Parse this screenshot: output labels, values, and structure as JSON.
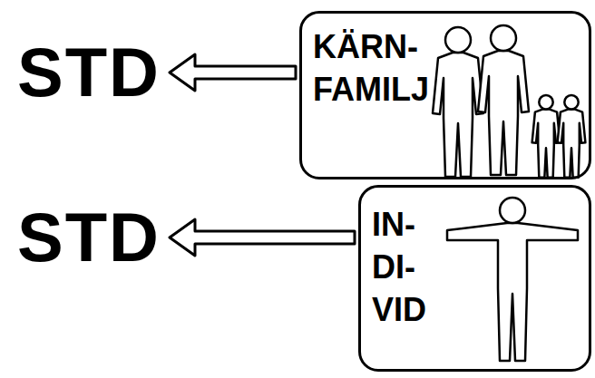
{
  "diagram": {
    "nodes": [
      {
        "text": [
          "STD"
        ]
      },
      {
        "text": [
          "KÄRN- FAMILJ"
        ]
      },
      {
        "text": [
          "STD"
        ]
      },
      {
        "text": [
          "IN- DI- VID"
        ]
      }
    ],
    "edges": [
      {
        "from": 1,
        "to": 0,
        "arrow": "to"
      },
      {
        "from": 3,
        "to": 2,
        "arrow": "to"
      }
    ]
  }
}
